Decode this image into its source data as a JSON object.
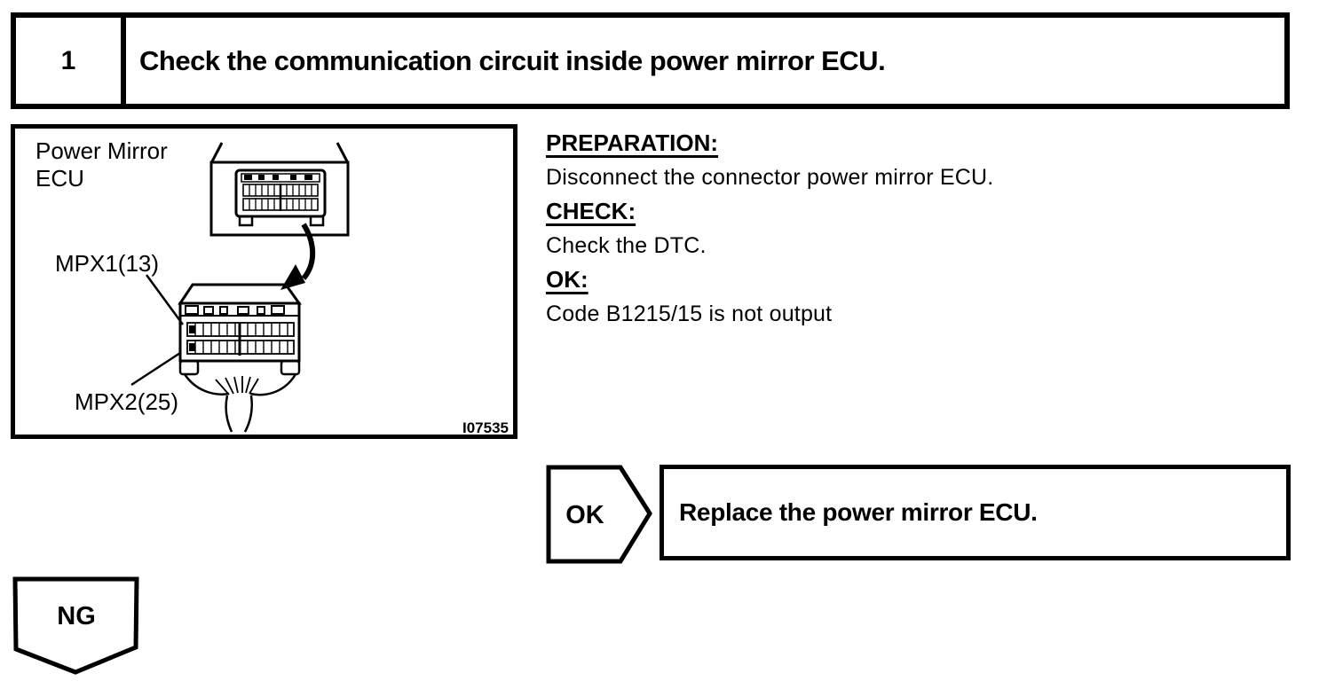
{
  "page": {
    "bg": "#ffffff",
    "ink": "#000000"
  },
  "step": {
    "number": "1",
    "title": "Check the communication circuit inside power mirror ECU."
  },
  "figure": {
    "component_line1": "Power Mirror",
    "component_line2": "ECU",
    "label_upper_connector": "MPX1(13)",
    "label_lower_connector": "MPX2(25)",
    "figure_code": "I07535"
  },
  "instructions": {
    "items": [
      {
        "heading": "PREPARATION:",
        "body": "Disconnect the connector power mirror ECU."
      },
      {
        "heading": "CHECK:",
        "body": "Check the DTC."
      },
      {
        "heading": "OK:",
        "body": "Code B1215/15 is not output"
      }
    ]
  },
  "decision": {
    "ok_label": "OK",
    "ok_action": "Replace the power mirror ECU.",
    "ng_label": "NG"
  }
}
